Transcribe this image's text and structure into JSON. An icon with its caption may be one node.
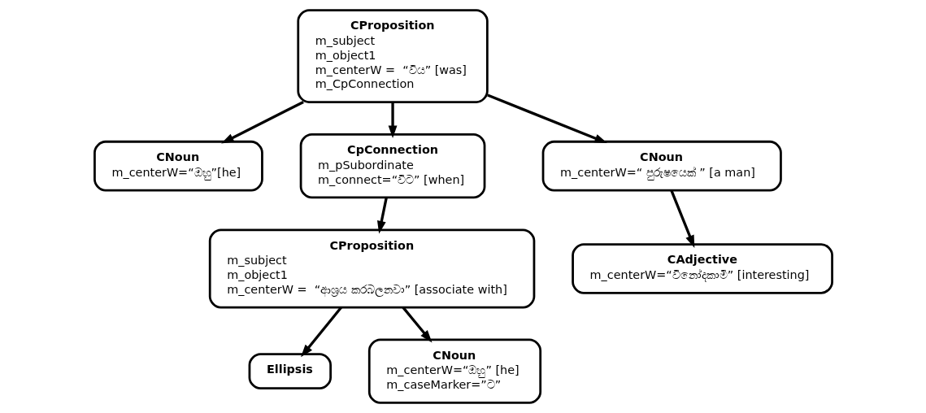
{
  "diagram": {
    "nodes": [
      {
        "text": [
          "CProposition",
          "m_subject",
          "m_object1",
          "m_centerW =  “විය” [was]",
          "m_CpConnection"
        ]
      },
      {
        "text": [
          "CNoun",
          "m_centerW=“ඔහු”[he]"
        ]
      },
      {
        "text": [
          "CpConnection",
          "m_pSubordinate",
          "m_connect=“විට” [when]"
        ]
      },
      {
        "text": [
          "CNoun",
          "m_centerW=“ පුරුෂයෙක් ” [a man]"
        ]
      },
      {
        "text": [
          "CProposition",
          "m_subject",
          "m_object1",
          "m_centerW =  “ආශ්‍රය කරබලනවා” [associate with]"
        ]
      },
      {
        "text": [
          "Ellipsis"
        ]
      },
      {
        "text": [
          "CAdjective",
          "m_centerW=“විනෝදකාමී” [interesting]"
        ]
      },
      {
        "text": [
          "CNoun",
          "m_centerW=“ඔහු” [he]",
          "m_caseMarker=”ට”"
        ]
      }
    ],
    "edges": [
      {
        "from": 0,
        "to": 1,
        "arrow": "to"
      },
      {
        "from": 0,
        "to": 3,
        "arrow": "to"
      },
      {
        "from": 0,
        "to": 2,
        "arrow": "to"
      },
      {
        "from": 2,
        "to": 4,
        "arrow": "to"
      },
      {
        "from": 3,
        "to": 6,
        "arrow": "to"
      },
      {
        "from": 4,
        "to": 5,
        "arrow": "to"
      },
      {
        "from": 4,
        "to": 7,
        "arrow": "to"
      }
    ]
  }
}
